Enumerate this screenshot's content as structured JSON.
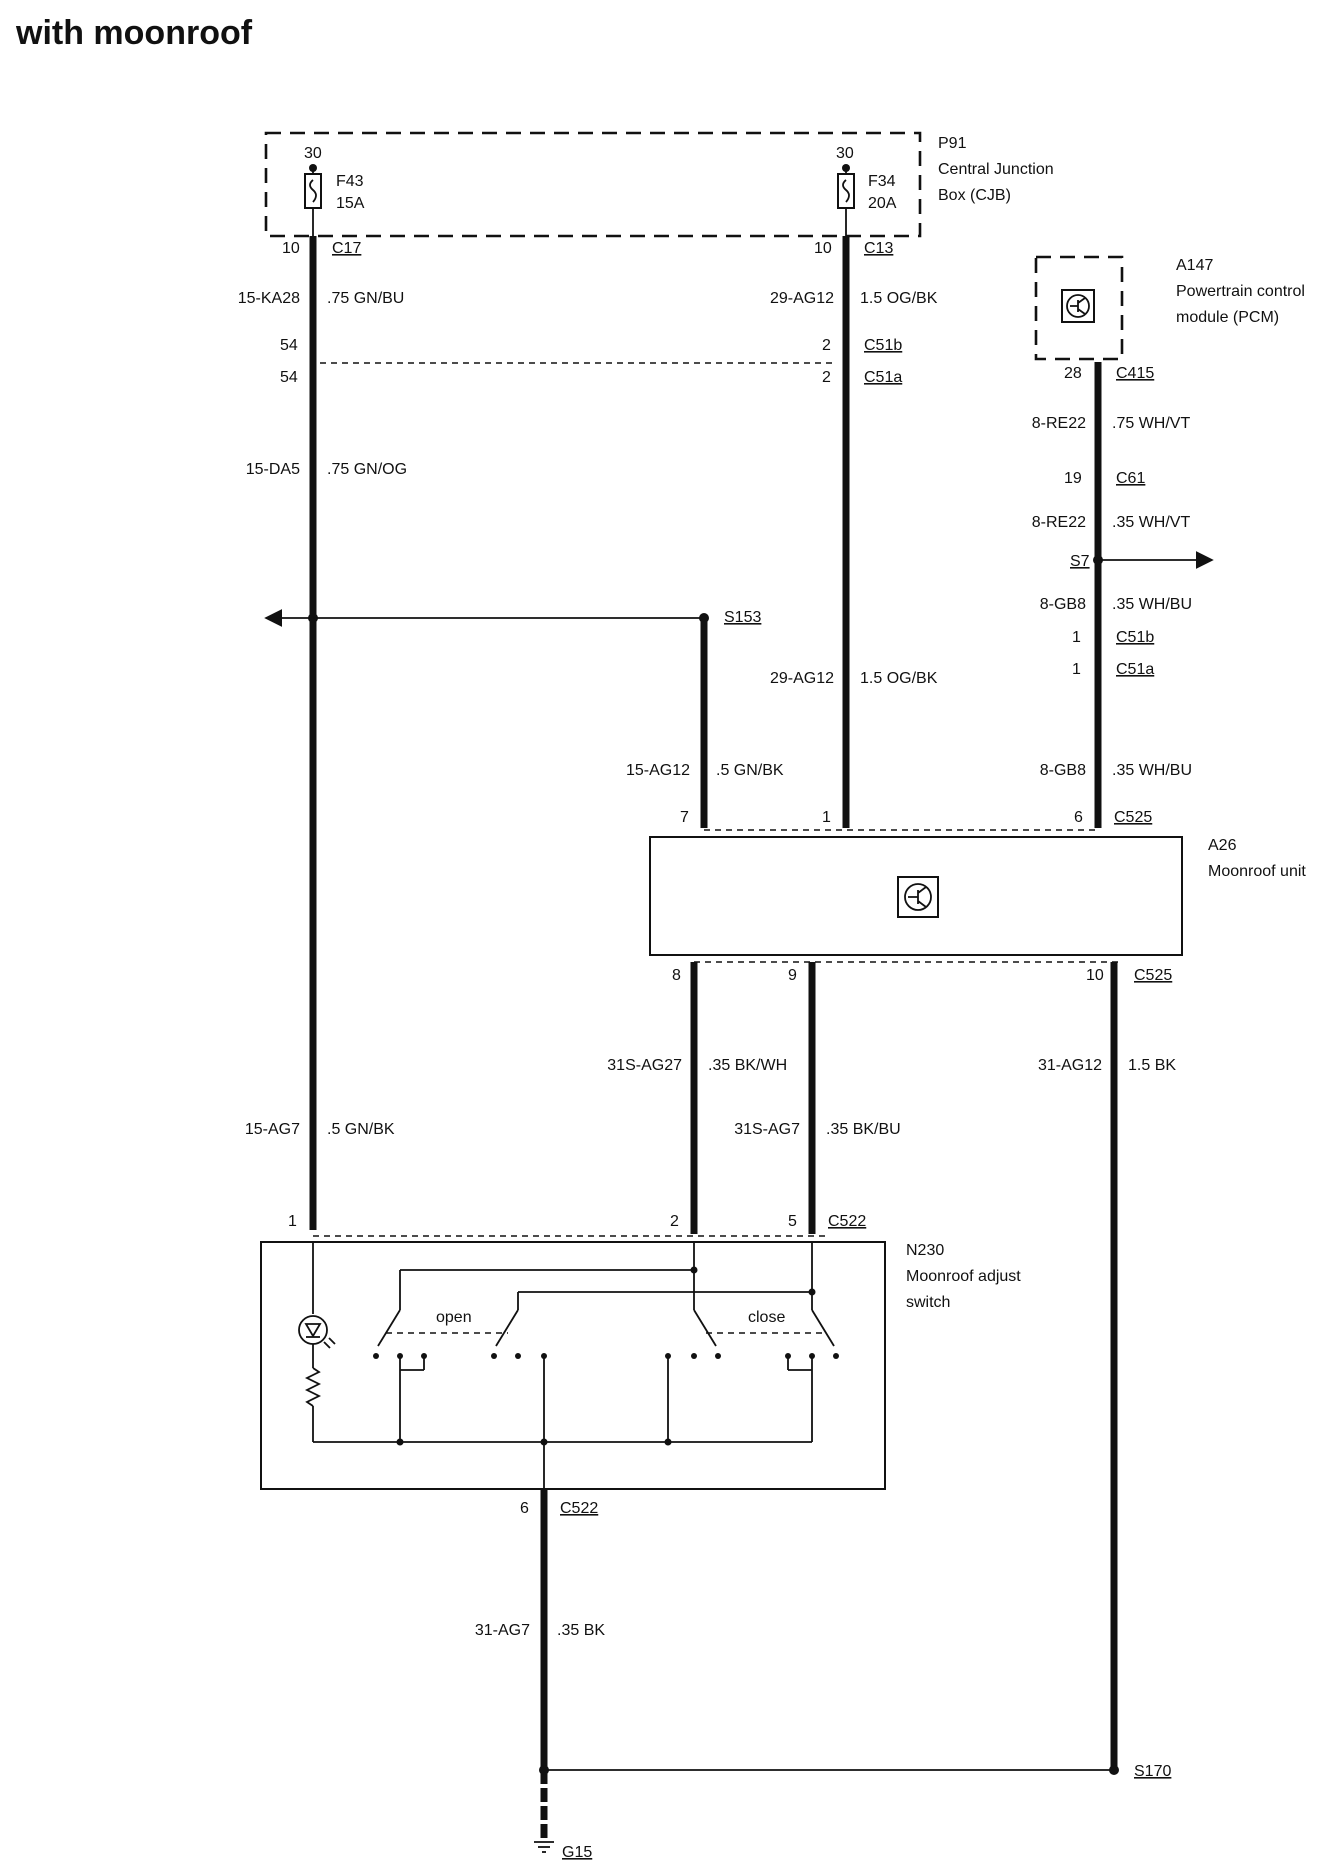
{
  "title": "with moonroof",
  "components": {
    "p91": {
      "id": "P91",
      "name_line1": "Central Junction",
      "name_line2": "Box (CJB)"
    },
    "a147": {
      "id": "A147",
      "name_line1": "Powertrain control",
      "name_line2": "module (PCM)"
    },
    "a26": {
      "id": "A26",
      "name_line1": "Moonroof unit"
    },
    "n230": {
      "id": "N230",
      "name_line1": "Moonroof adjust",
      "name_line2": "switch",
      "open": "open",
      "close": "close"
    }
  },
  "fuses": {
    "f43": {
      "pin": "30",
      "id": "F43",
      "rating": "15A"
    },
    "f34": {
      "pin": "30",
      "id": "F34",
      "rating": "20A"
    }
  },
  "connectors": {
    "c17": "C17",
    "c13": "C13",
    "c51b": "C51b",
    "c51a": "C51a",
    "c415": "C415",
    "c61": "C61",
    "c525": "C525",
    "c522": "C522"
  },
  "pins": {
    "p10a": "10",
    "p10b": "10",
    "p54a": "54",
    "p54b": "54",
    "p2a": "2",
    "p2b": "2",
    "p28": "28",
    "p19": "19",
    "p1a": "1",
    "p1b": "1",
    "p7": "7",
    "p1c": "1",
    "p6": "6",
    "p8": "8",
    "p9": "9",
    "p10c": "10",
    "p1d": "1",
    "p2c": "2",
    "p5": "5",
    "p6b": "6"
  },
  "splices": {
    "s153": "S153",
    "s7": "S7",
    "s170": "S170"
  },
  "grounds": {
    "g15": "G15"
  },
  "wires": [
    {
      "circuit": "15-KA28",
      "spec": ".75 GN/BU"
    },
    {
      "circuit": "29-AG12",
      "spec": "1.5 OG/BK"
    },
    {
      "circuit": "15-DA5",
      "spec": ".75 GN/OG"
    },
    {
      "circuit": "8-RE22",
      "spec": ".75 WH/VT"
    },
    {
      "circuit": "8-RE22",
      "spec": ".35 WH/VT"
    },
    {
      "circuit": "8-GB8",
      "spec": ".35 WH/BU"
    },
    {
      "circuit": "29-AG12",
      "spec": "1.5 OG/BK"
    },
    {
      "circuit": "15-AG12",
      "spec": ".5 GN/BK"
    },
    {
      "circuit": "8-GB8",
      "spec": ".35 WH/BU"
    },
    {
      "circuit": "31S-AG27",
      "spec": ".35 BK/WH"
    },
    {
      "circuit": "31-AG12",
      "spec": "1.5 BK"
    },
    {
      "circuit": "15-AG7",
      "spec": ".5 GN/BK"
    },
    {
      "circuit": "31S-AG7",
      "spec": ".35 BK/BU"
    },
    {
      "circuit": "31-AG7",
      "spec": ".35 BK"
    }
  ],
  "icons": [
    "fuse-icon",
    "ecu-symbol-icon",
    "led-icon",
    "resistor-icon",
    "ground-icon",
    "arrow-icon"
  ]
}
